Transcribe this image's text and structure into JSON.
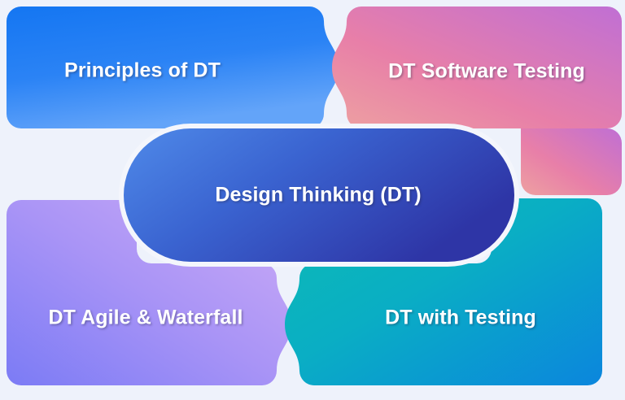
{
  "diagram": {
    "type": "mind-map",
    "background_color": "#eef2fb",
    "center": {
      "label": "Design Thinking (DT)",
      "shape": "pill",
      "gradient_from": "#4a86e8",
      "gradient_to": "#2f3aa8"
    },
    "branches": [
      {
        "id": "principles",
        "label": "Principles of DT",
        "position": "top-left",
        "gradient_from": "#1476f2",
        "gradient_to": "#63a4f9"
      },
      {
        "id": "software-testing",
        "label": "DT Software Testing",
        "position": "top-right",
        "gradient_from": "#ec9a9a",
        "gradient_to": "#c06fd4"
      },
      {
        "id": "agile-waterfall",
        "label": "DT Agile & Waterfall",
        "position": "bottom-left",
        "gradient_from": "#c8a8f5",
        "gradient_to": "#7b7bf5"
      },
      {
        "id": "with-testing",
        "label": "DT with Testing",
        "position": "bottom-right",
        "gradient_from": "#0cb8b8",
        "gradient_to": "#0b86dd"
      }
    ]
  }
}
